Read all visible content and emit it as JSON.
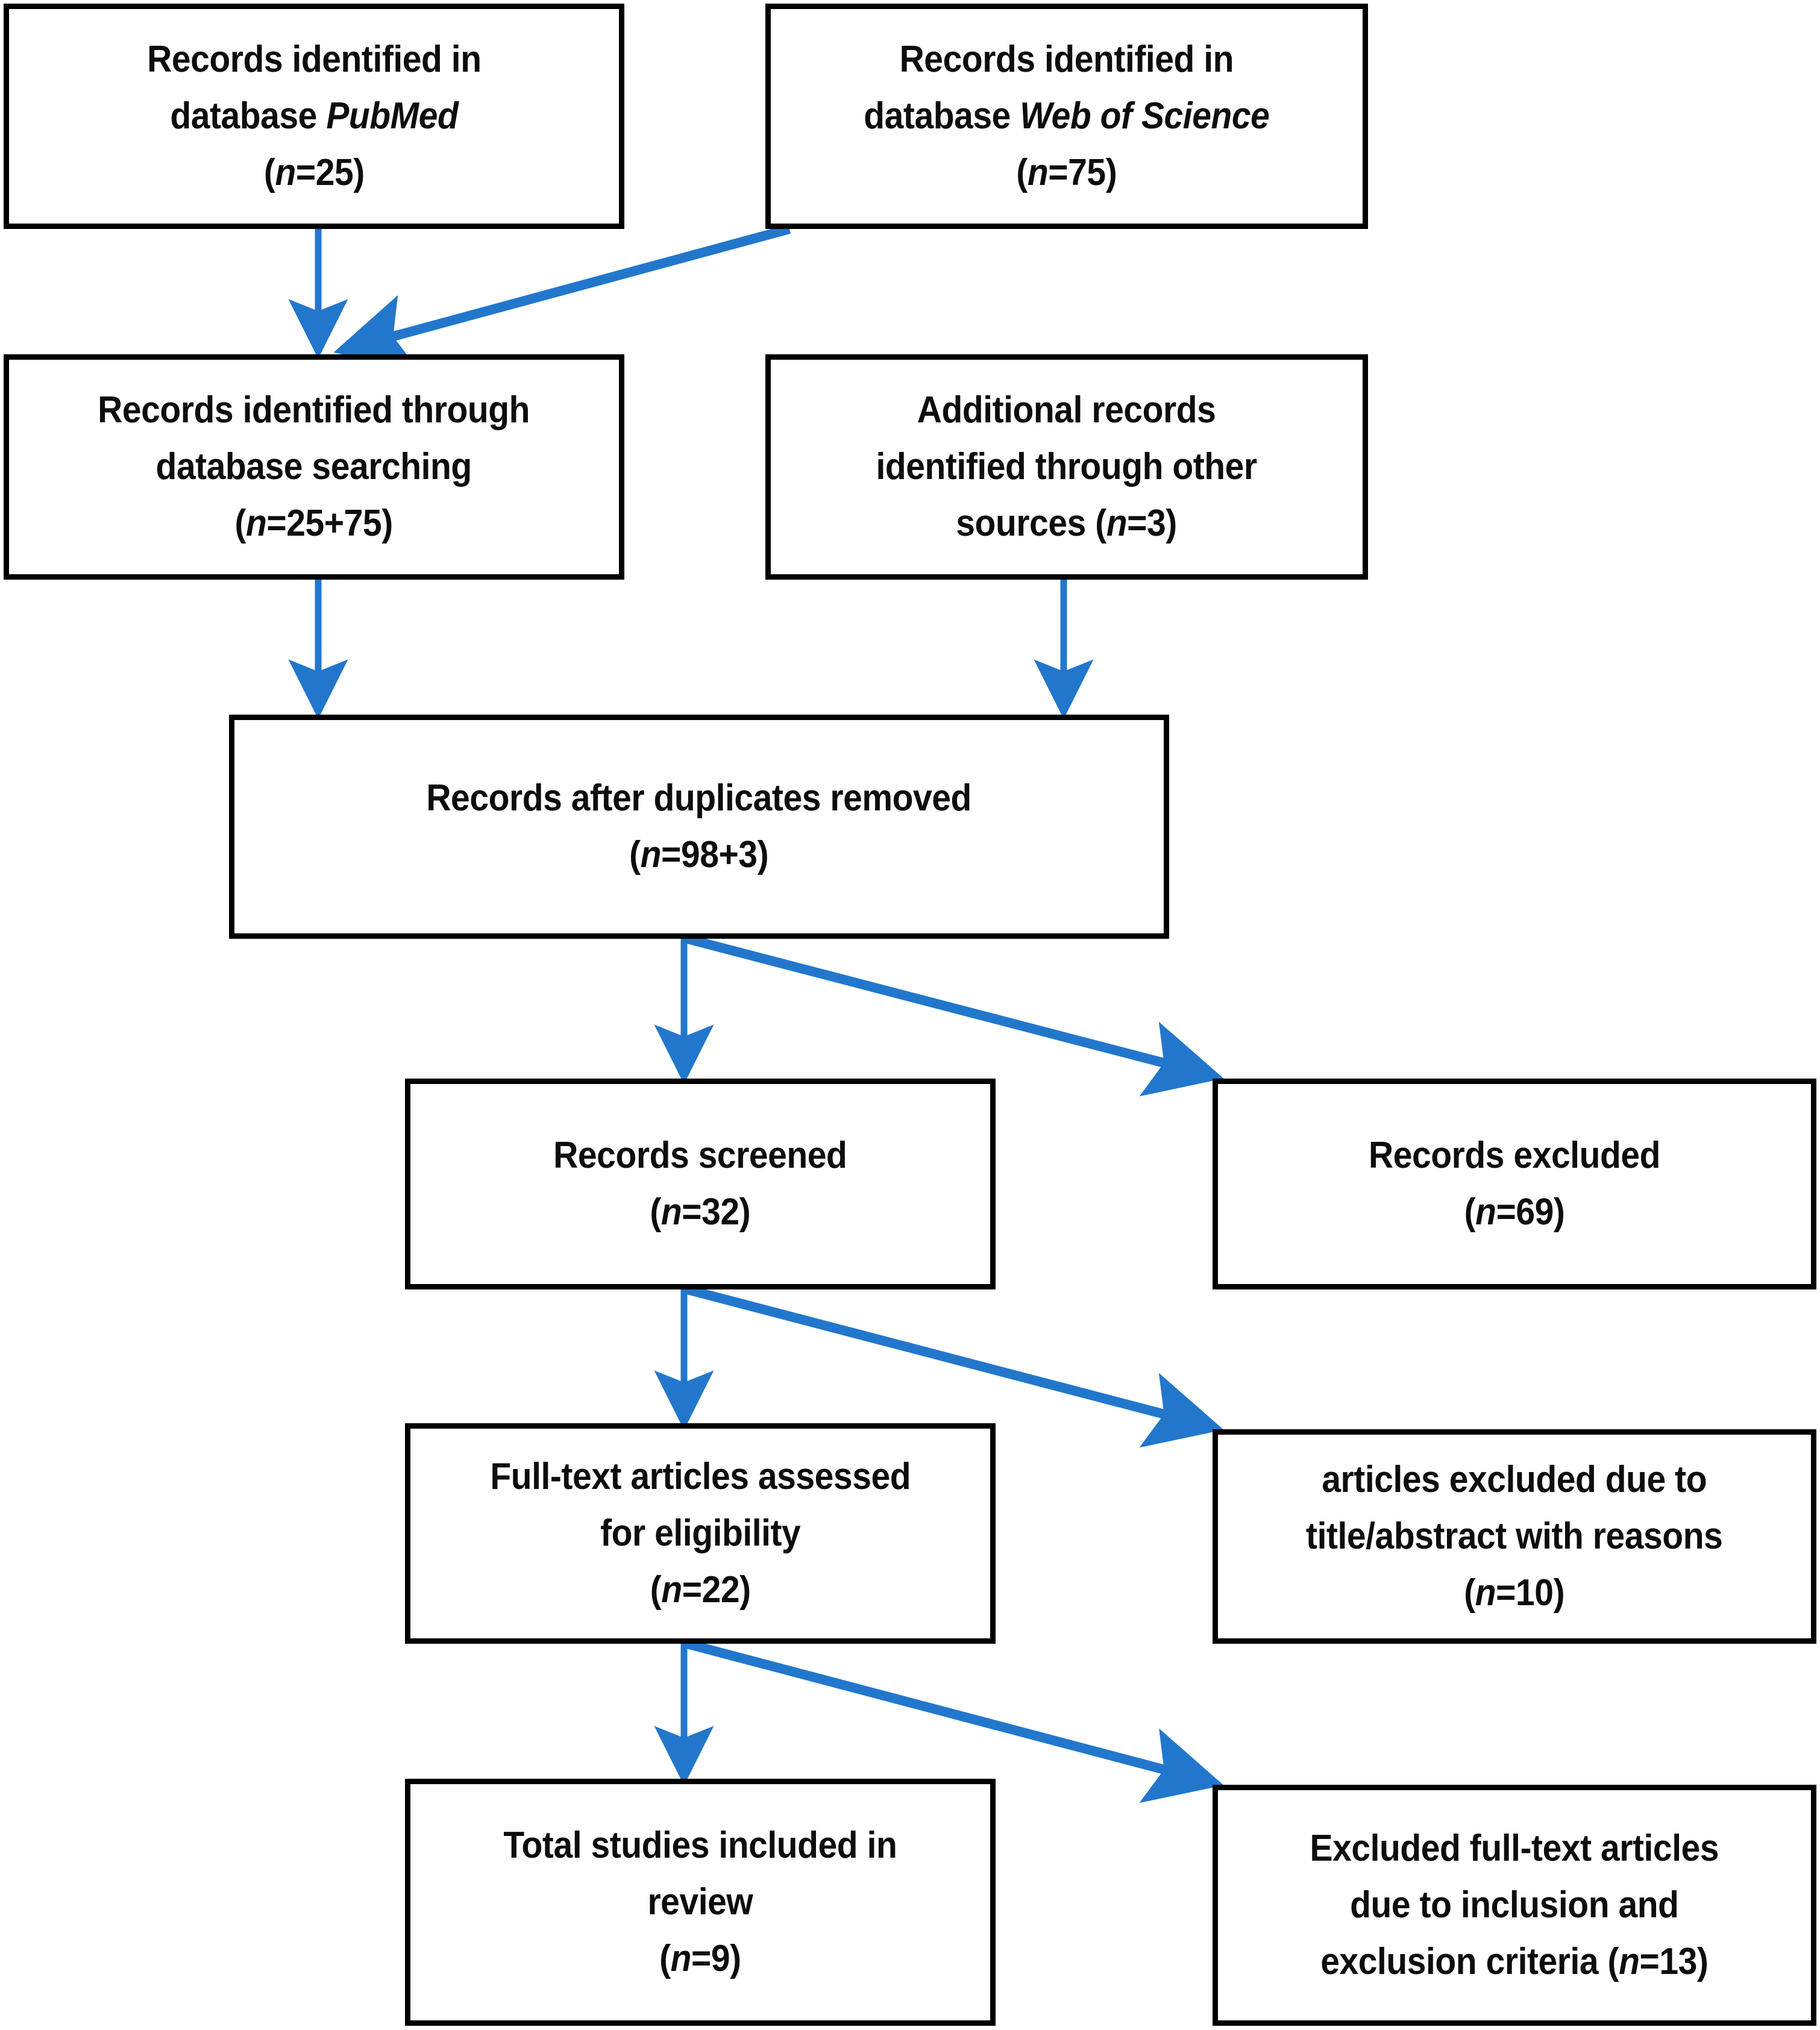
{
  "diagram": {
    "type": "prisma-flow-diagram",
    "arrow_color": "#2277CC",
    "box_border_color": "#000000",
    "text_color": "#0D0D0D",
    "nodes": [
      {
        "id": "pubmed",
        "name": "records-identified-pubmed",
        "line1": "Records identified in",
        "line2_pre": "database ",
        "line2_italic": "PubMed",
        "line3": "(n=25)",
        "n_label": "n",
        "n_value": "25"
      },
      {
        "id": "wos",
        "name": "records-identified-web-of-science",
        "line1": "Records identified in",
        "line2_pre": "database ",
        "line2_italic": "Web of Science",
        "line3": "(n=75)",
        "n_label": "n",
        "n_value": "75"
      },
      {
        "id": "db-search",
        "name": "records-identified-database-searching",
        "line1": "Records identified through",
        "line2": "database searching",
        "line3": "(n=25+75)",
        "n_label": "n",
        "n_value": "25+75"
      },
      {
        "id": "other-sources",
        "name": "additional-records-other-sources",
        "line1": "Additional records",
        "line2": "identified through other",
        "line3": "sources (n=3)",
        "n_label": "n",
        "n_value": "3"
      },
      {
        "id": "dedup",
        "name": "records-after-duplicates-removed",
        "line1": "Records after duplicates removed",
        "line2": "(n=98+3)",
        "n_label": "n",
        "n_value": "98+3"
      },
      {
        "id": "screened",
        "name": "records-screened",
        "line1": "Records screened",
        "line2": "(n=32)",
        "n_label": "n",
        "n_value": "32"
      },
      {
        "id": "excluded",
        "name": "records-excluded",
        "line1": "Records excluded",
        "line2": "(n=69)",
        "n_label": "n",
        "n_value": "69"
      },
      {
        "id": "fulltext",
        "name": "full-text-articles-assessed",
        "line1": "Full-text articles assessed",
        "line2": "for eligibility",
        "line3": "(n=22)",
        "n_label": "n",
        "n_value": "22"
      },
      {
        "id": "title-excluded",
        "name": "articles-excluded-title-abstract",
        "line1": "articles excluded due to",
        "line2": "title/abstract with reasons",
        "line3": "(n=10)",
        "n_label": "n",
        "n_value": "10"
      },
      {
        "id": "included",
        "name": "total-studies-included",
        "line1": "Total studies included in",
        "line2": "review",
        "line3": "(n=9)",
        "n_label": "n",
        "n_value": "9"
      },
      {
        "id": "fulltext-excluded",
        "name": "excluded-full-text-articles",
        "line1": "Excluded full-text articles",
        "line2": "due to inclusion and",
        "line3": "exclusion criteria (n=13)",
        "n_label": "n",
        "n_value": "13"
      }
    ],
    "edges": [
      {
        "name": "edge-pubmed-to-db-search",
        "from": "pubmed",
        "to": "db-search",
        "style": "straight-down"
      },
      {
        "name": "edge-wos-to-db-search",
        "from": "wos",
        "to": "db-search",
        "style": "diagonal-left"
      },
      {
        "name": "edge-db-search-to-dedup",
        "from": "db-search",
        "to": "dedup",
        "style": "straight-down"
      },
      {
        "name": "edge-other-sources-to-dedup",
        "from": "other-sources",
        "to": "dedup",
        "style": "straight-down"
      },
      {
        "name": "edge-dedup-to-screened",
        "from": "dedup",
        "to": "screened",
        "style": "straight-down"
      },
      {
        "name": "edge-dedup-to-excluded",
        "from": "dedup",
        "to": "excluded",
        "style": "diagonal-right"
      },
      {
        "name": "edge-screened-to-fulltext",
        "from": "screened",
        "to": "fulltext",
        "style": "straight-down"
      },
      {
        "name": "edge-screened-to-title-excluded",
        "from": "screened",
        "to": "title-excluded",
        "style": "diagonal-right"
      },
      {
        "name": "edge-fulltext-to-included",
        "from": "fulltext",
        "to": "included",
        "style": "straight-down"
      },
      {
        "name": "edge-fulltext-to-fulltext-excluded",
        "from": "fulltext",
        "to": "fulltext-excluded",
        "style": "diagonal-right"
      }
    ]
  }
}
